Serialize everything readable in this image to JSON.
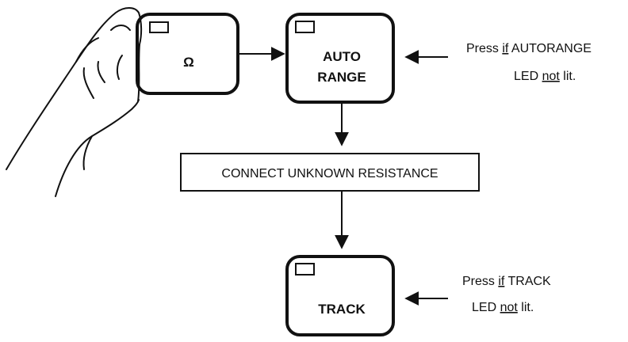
{
  "keys": {
    "ohm": {
      "label": "Ω"
    },
    "autorange": {
      "line1": "AUTO",
      "line2": "RANGE"
    },
    "track": {
      "label": "TRACK"
    }
  },
  "step_box": {
    "label": "CONNECT UNKNOWN RESISTANCE"
  },
  "notes": {
    "autorange": {
      "prefix": "Press ",
      "if": "if",
      "mid": " AUTORANGE",
      "led": "LED ",
      "not": "not",
      "suffix": " lit."
    },
    "track": {
      "prefix": "Press ",
      "if": "if",
      "mid": " TRACK",
      "led": "LED ",
      "not": "not",
      "suffix": " lit."
    }
  },
  "colors": {
    "ink": "#111111",
    "background": "#ffffff"
  }
}
